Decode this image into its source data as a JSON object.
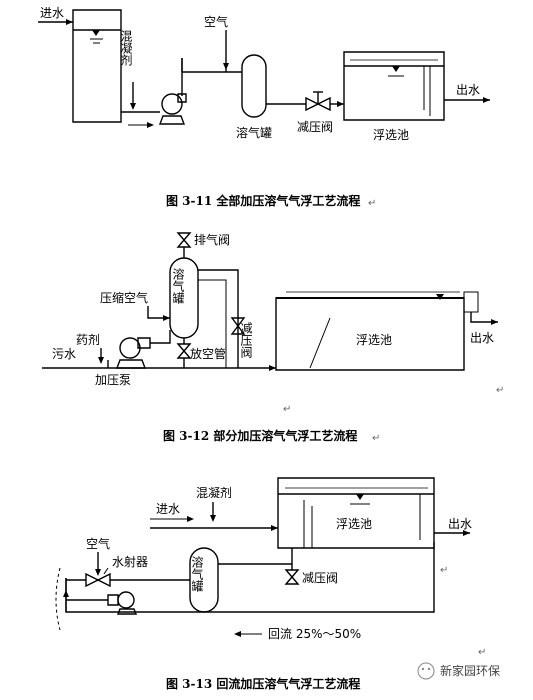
{
  "fig1": {
    "caption": "图 3-11  全部加压溶气气浮工艺流程",
    "inlet": "进水",
    "coagulant": "混凝剂",
    "air": "空气",
    "tank": "溶气罐",
    "valve": "减压阀",
    "pool": "浮选池",
    "outlet": "出水"
  },
  "fig2": {
    "caption": "图 3-12   部分加压溶气气浮工艺流程",
    "exhaust_valve": "排气阀",
    "tank": "溶气罐",
    "compressed_air": "压缩空气",
    "reagent": "药剂",
    "sewage": "污水",
    "pump": "加压泵",
    "vent_pipe": "放空管",
    "valve": "减压阀",
    "pool": "浮选池",
    "outlet": "出水"
  },
  "fig3": {
    "caption": "图 3-13   回流加压溶气气浮工艺流程",
    "coagulant": "混凝剂",
    "inlet": "进水",
    "pool": "浮选池",
    "outlet": "出水",
    "air": "空气",
    "ejector": "水射器",
    "tank": "溶气罐",
    "valve": "减压阀",
    "recycle": "回流 25%～50%"
  },
  "para_marks": [
    "↵",
    "↵",
    "↵",
    "↵",
    "↵",
    "↵"
  ],
  "watermark": "新家园环保"
}
